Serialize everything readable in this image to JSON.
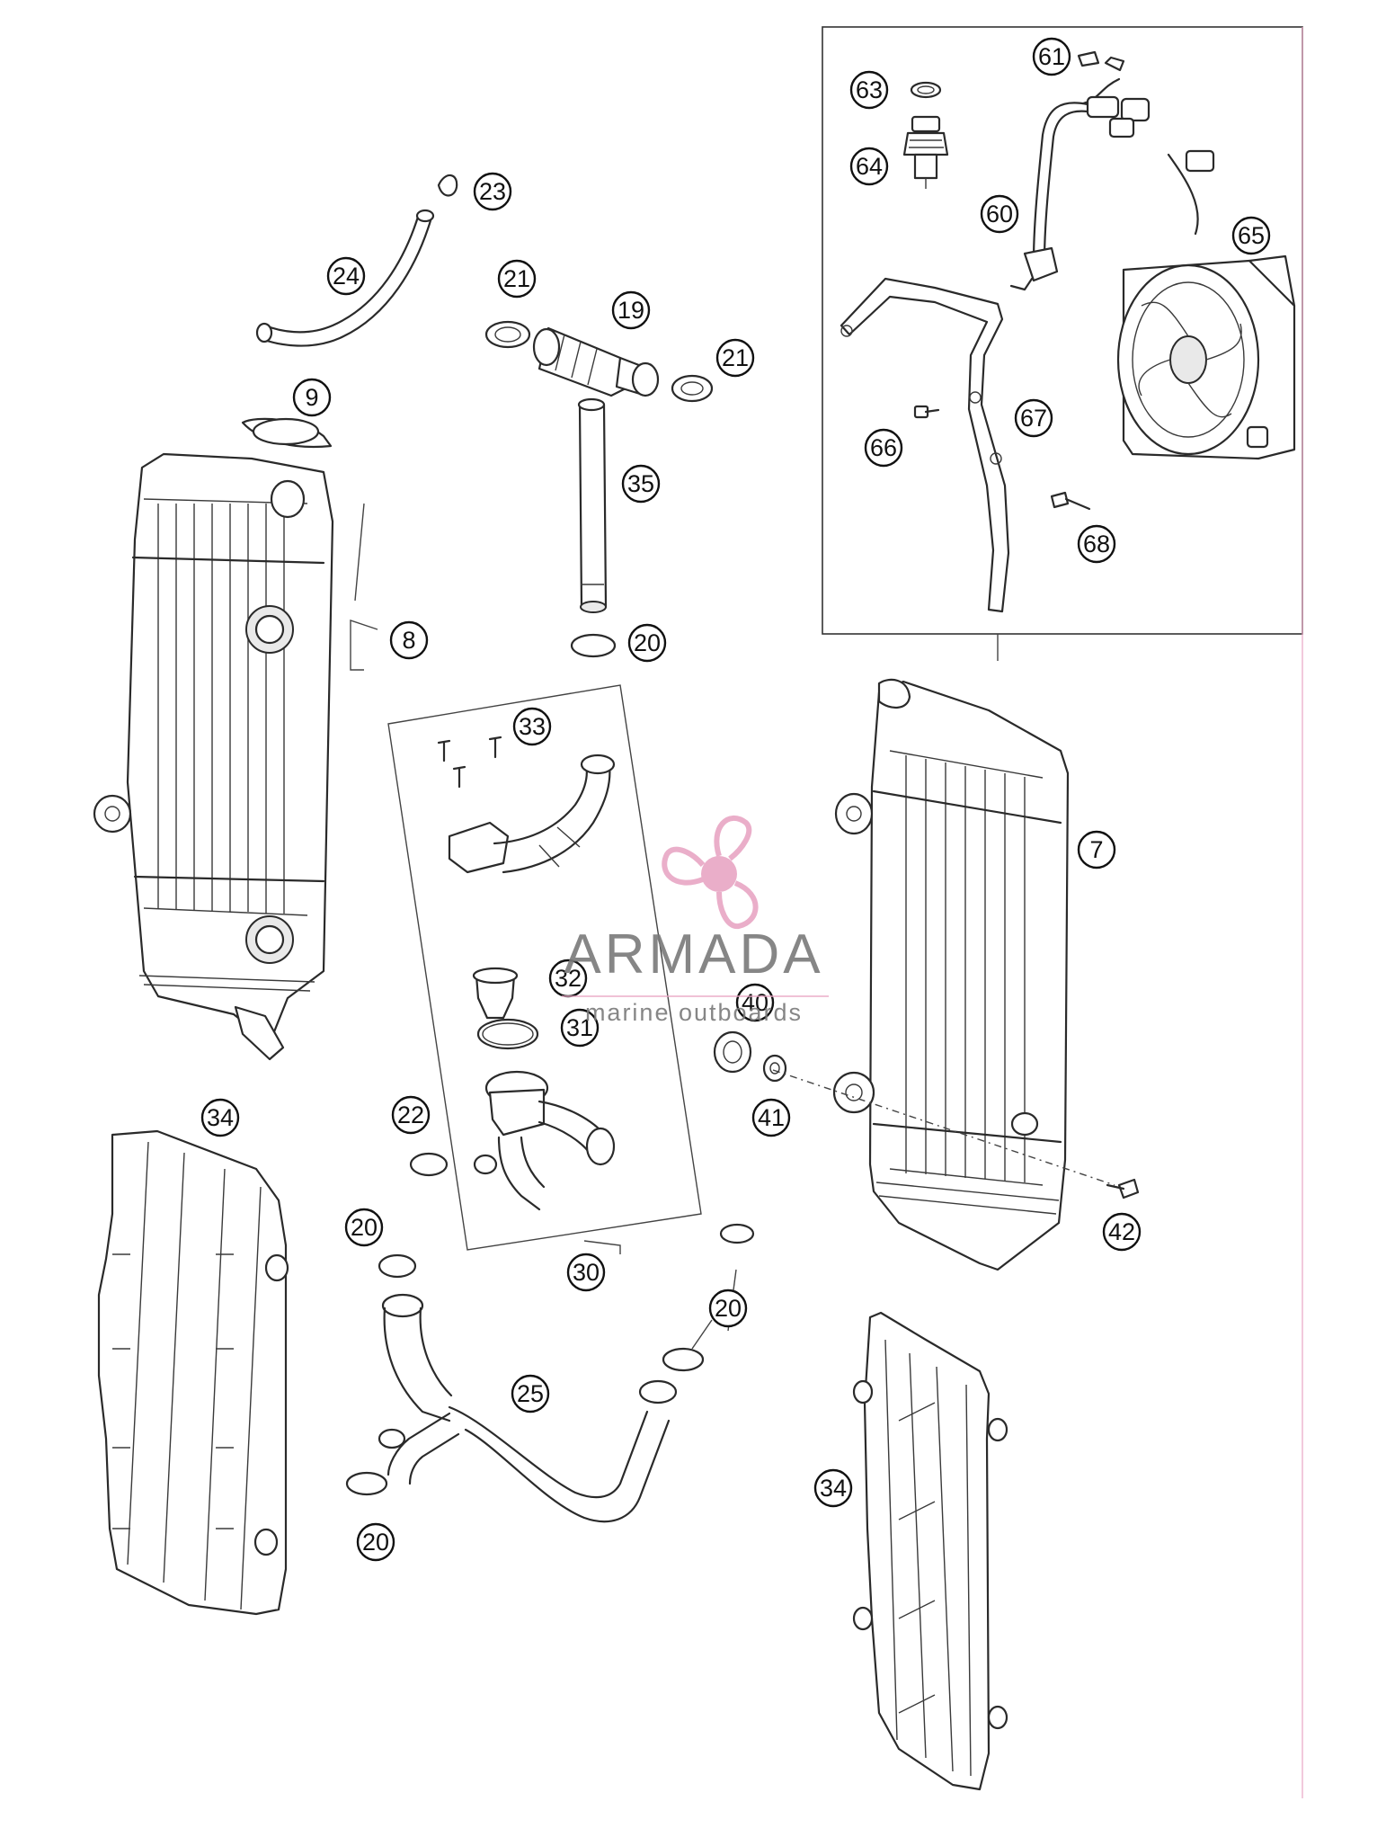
{
  "callouts": [
    {
      "id": "c61",
      "label": "61"
    },
    {
      "id": "c63",
      "label": "63"
    },
    {
      "id": "c64",
      "label": "64"
    },
    {
      "id": "c60",
      "label": "60"
    },
    {
      "id": "c65",
      "label": "65"
    },
    {
      "id": "c67",
      "label": "67"
    },
    {
      "id": "c66",
      "label": "66"
    },
    {
      "id": "c68",
      "label": "68"
    },
    {
      "id": "c23",
      "label": "23"
    },
    {
      "id": "c24",
      "label": "24"
    },
    {
      "id": "c21a",
      "label": "21"
    },
    {
      "id": "c19",
      "label": "19"
    },
    {
      "id": "c21b",
      "label": "21"
    },
    {
      "id": "c9",
      "label": "9"
    },
    {
      "id": "c35",
      "label": "35"
    },
    {
      "id": "c8",
      "label": "8"
    },
    {
      "id": "c20a",
      "label": "20"
    },
    {
      "id": "c33",
      "label": "33"
    },
    {
      "id": "c7",
      "label": "7"
    },
    {
      "id": "c32",
      "label": "32"
    },
    {
      "id": "c40",
      "label": "40"
    },
    {
      "id": "c31",
      "label": "31"
    },
    {
      "id": "c41",
      "label": "41"
    },
    {
      "id": "c34a",
      "label": "34"
    },
    {
      "id": "c22",
      "label": "22"
    },
    {
      "id": "c42",
      "label": "42"
    },
    {
      "id": "c20b",
      "label": "20"
    },
    {
      "id": "c30",
      "label": "30"
    },
    {
      "id": "c20c",
      "label": "20"
    },
    {
      "id": "c25",
      "label": "25"
    },
    {
      "id": "c34b",
      "label": "34"
    },
    {
      "id": "c20d",
      "label": "20"
    }
  ],
  "watermark": {
    "brand": "ARMADA",
    "tagline": "marine outboards",
    "color": "#e8a6c4"
  }
}
